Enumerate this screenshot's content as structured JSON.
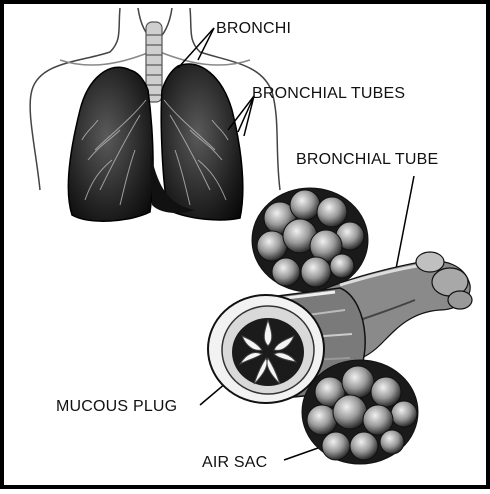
{
  "labels": {
    "bronchi": "BRONCHI",
    "bronchial_tubes": "BRONCHIAL TUBES",
    "bronchial_tube": "BRONCHIAL TUBE",
    "mucous_plug": "MUCOUS PLUG",
    "air_sac": "AIR SAC"
  },
  "colors": {
    "border": "#000000",
    "background": "#ffffff",
    "ink": "#111111"
  }
}
